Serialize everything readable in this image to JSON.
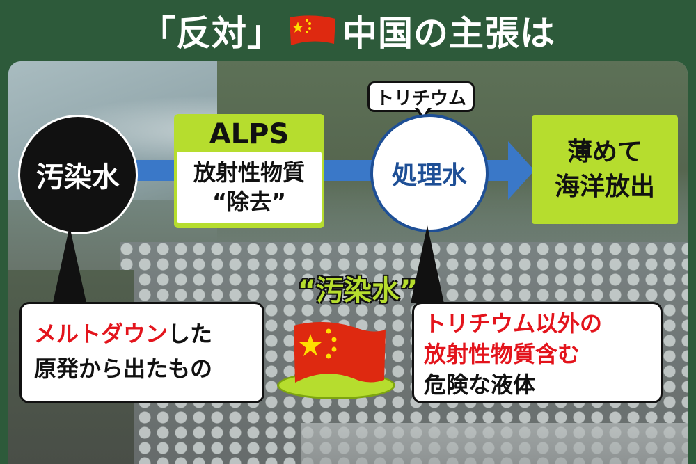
{
  "title": {
    "part1": "「反対」",
    "part2": "中国の主張は",
    "flag_icon": "china-flag-icon"
  },
  "colors": {
    "background": "#2d5a3a",
    "accent_green": "#b6dd2e",
    "arrow_blue": "#3a78c8",
    "treated_blue": "#1e4f96",
    "red_text": "#e3141c"
  },
  "flow": {
    "contaminated": "汚染水",
    "alps_title": "ALPS",
    "alps_line1": "放射性物質",
    "alps_line2": "“除去”",
    "treated": "処理水",
    "tritium_tag": "トリチウム",
    "release_line1": "薄めて",
    "release_line2": "海洋放出"
  },
  "china_view": {
    "label": "“汚染水”",
    "left_red": "メルトダウン",
    "left_line1_rest": "した",
    "left_line2": "原発から出たもの",
    "right_red_line1": "トリチウム以外の",
    "right_red_line2": "放射性物質含む",
    "right_line3": "危険な液体"
  }
}
